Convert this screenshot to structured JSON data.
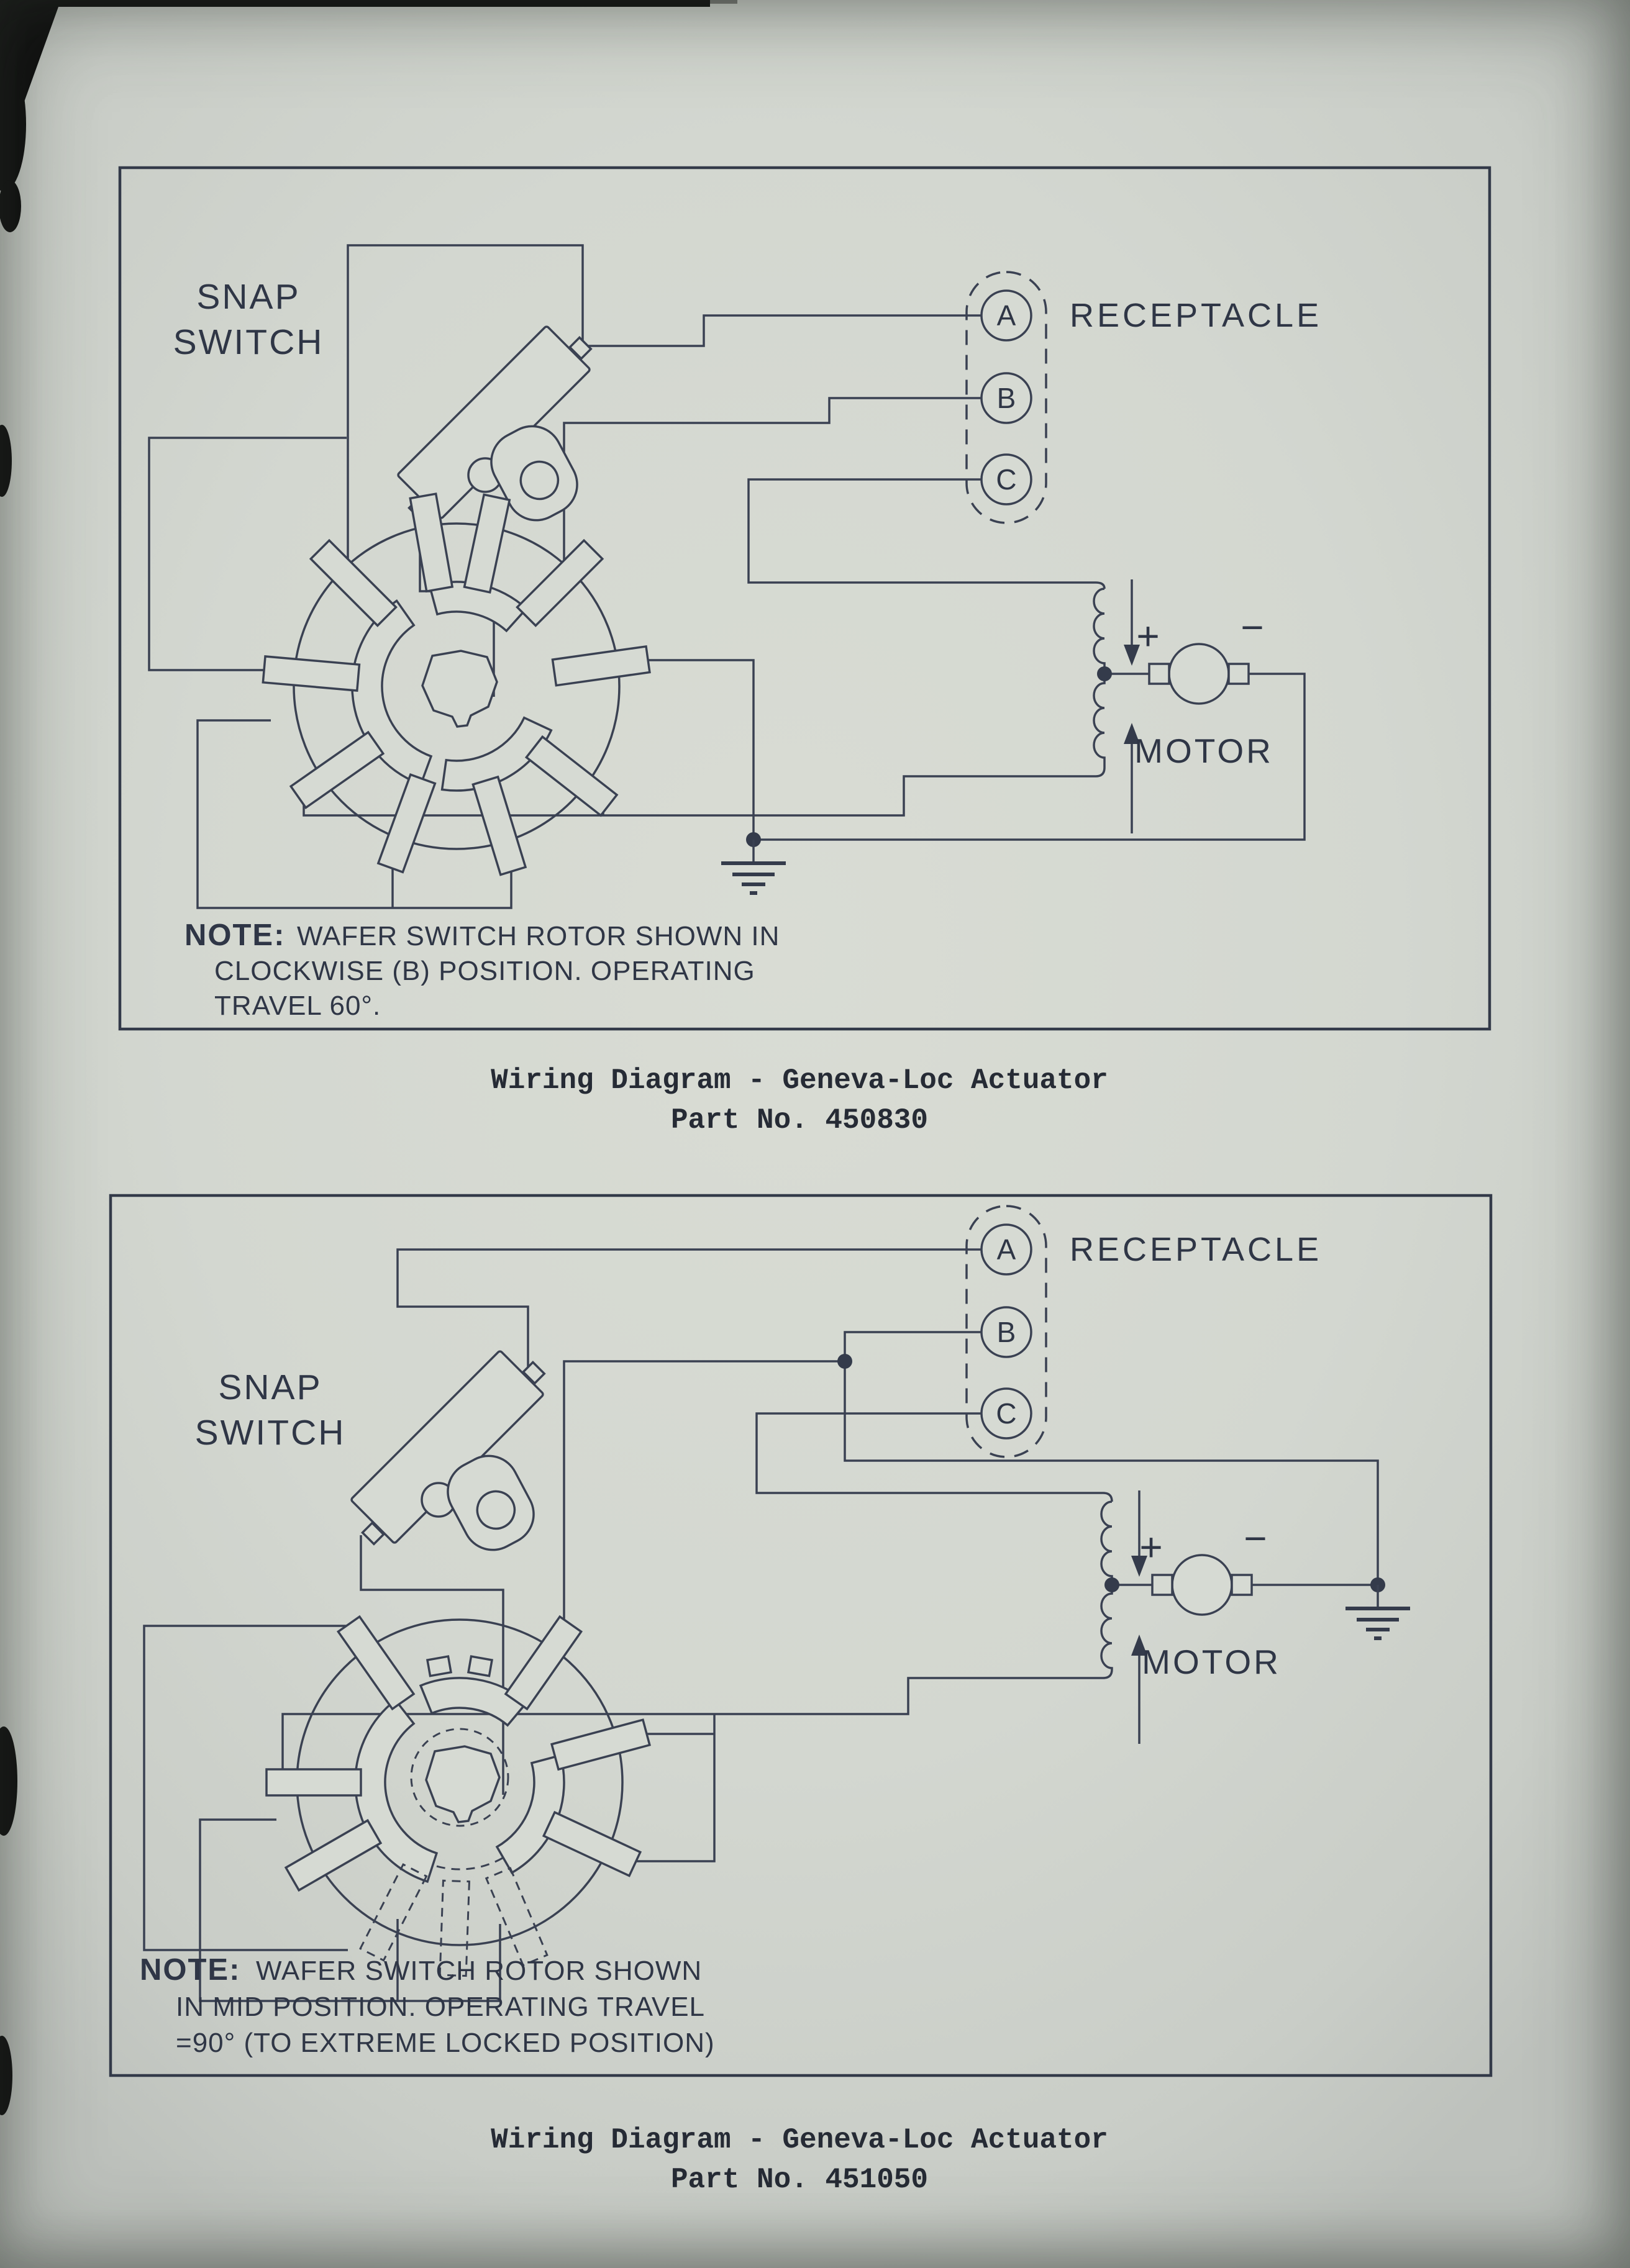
{
  "colors": {
    "paper": "#d4d8d1",
    "ink": "#3a4152",
    "text": "#2f3646",
    "artifact": "#0e0e0e"
  },
  "diagram1": {
    "labels": {
      "snap1": "SNAP",
      "snap2": "SWITCH",
      "receptacle": "RECEPTACLE",
      "motor": "MOTOR",
      "plus": "+",
      "minus": "−"
    },
    "pins": [
      "A",
      "B",
      "C"
    ],
    "note": {
      "prefix": "NOTE:",
      "line1": "WAFER SWITCH ROTOR SHOWN IN",
      "line2": "CLOCKWISE (B) POSITION. OPERATING",
      "line3": "TRAVEL 60°."
    },
    "caption": {
      "line1": "Wiring Diagram - Geneva-Loc Actuator",
      "line2": "Part No. 450830"
    }
  },
  "diagram2": {
    "labels": {
      "snap1": "SNAP",
      "snap2": "SWITCH",
      "receptacle": "RECEPTACLE",
      "motor": "MOTOR",
      "plus": "+",
      "minus": "−"
    },
    "pins": [
      "A",
      "B",
      "C"
    ],
    "note": {
      "prefix": "NOTE:",
      "line1": "WAFER SWITCH ROTOR SHOWN",
      "line2": "IN MID POSITION. OPERATING TRAVEL",
      "line3": "=90° (TO EXTREME LOCKED POSITION)"
    },
    "caption": {
      "line1": "Wiring Diagram - Geneva-Loc Actuator",
      "line2": "Part No. 451050"
    }
  }
}
